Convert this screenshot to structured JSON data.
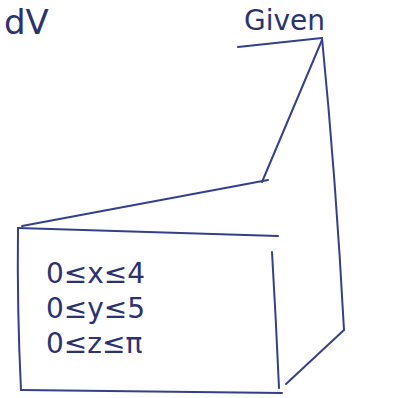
{
  "diagram": {
    "nodes": [
      {
        "text": [
          "0≤x≤4",
          "0≤y≤5",
          "0≤z≤π"
        ]
      }
    ],
    "labels": [
      "dV",
      "Given"
    ]
  }
}
